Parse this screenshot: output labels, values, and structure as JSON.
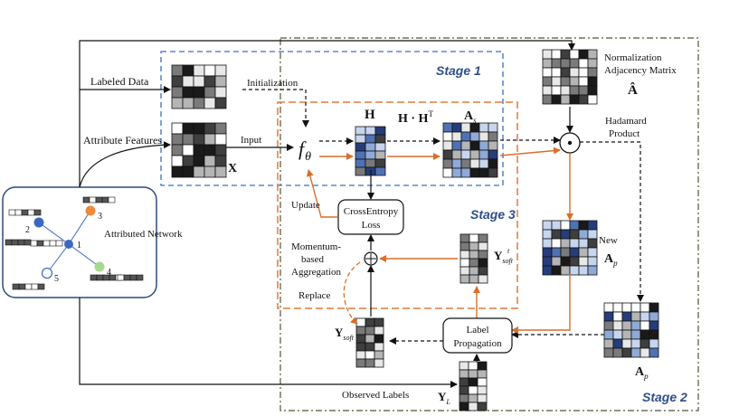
{
  "colors": {
    "black_arrow": "#111111",
    "orange_arrow": "#d96f2b",
    "stage1_border": "#3a6fbf",
    "stage2_border": "#555533",
    "stage3_border": "#e07a3a",
    "node_blue": "#3d68c2",
    "node_orange": "#ef8a3a",
    "node_green": "#a7d98f",
    "stage_text": "#2f4e8a"
  },
  "labels": {
    "labeled_data": "Labeled Data",
    "attribute_features": "Attribute Features",
    "attributed_network": "Attributed Network",
    "initialization": "Initialization",
    "input": "Input",
    "x_matrix": "X",
    "f_theta": "f",
    "theta": "θ",
    "h_matrix": "H",
    "h_ht": "H · H",
    "h_ht_sup": "T",
    "a_s": "A",
    "a_s_sub": "s",
    "norm_adj_line1": "Normalization",
    "norm_adj_line2": "Adjacency Matrix",
    "a_hat": "Â",
    "hadamard_line1": "Hadamard",
    "hadamard_line2": "Product",
    "new_label": "New",
    "a_p": "A",
    "a_p_sub": "p",
    "update": "Update",
    "ce_line1": "CrossEntropy",
    "ce_line2": "Loss",
    "momentum_line1": "Momentum-",
    "momentum_line2": "based",
    "momentum_line3": "Aggregation",
    "replace": "Replace",
    "y_soft_t": "Y",
    "y_soft_t_sub": "soft",
    "y_soft_t_sup": "t",
    "y_soft": "Y",
    "y_soft_sub": "soft",
    "lp_line1": "Label",
    "lp_line2": "Propagation",
    "observed_labels": "Observed Labels",
    "y_l": "Y",
    "y_l_sub": "L",
    "stage1": "Stage 1",
    "stage2": "Stage 2",
    "stage3": "Stage 3",
    "node_1": "1",
    "node_2": "2",
    "node_3": "3",
    "node_4": "4",
    "node_5": "5",
    "plus_symbol": "⊕",
    "dot_symbol": "⊙"
  }
}
